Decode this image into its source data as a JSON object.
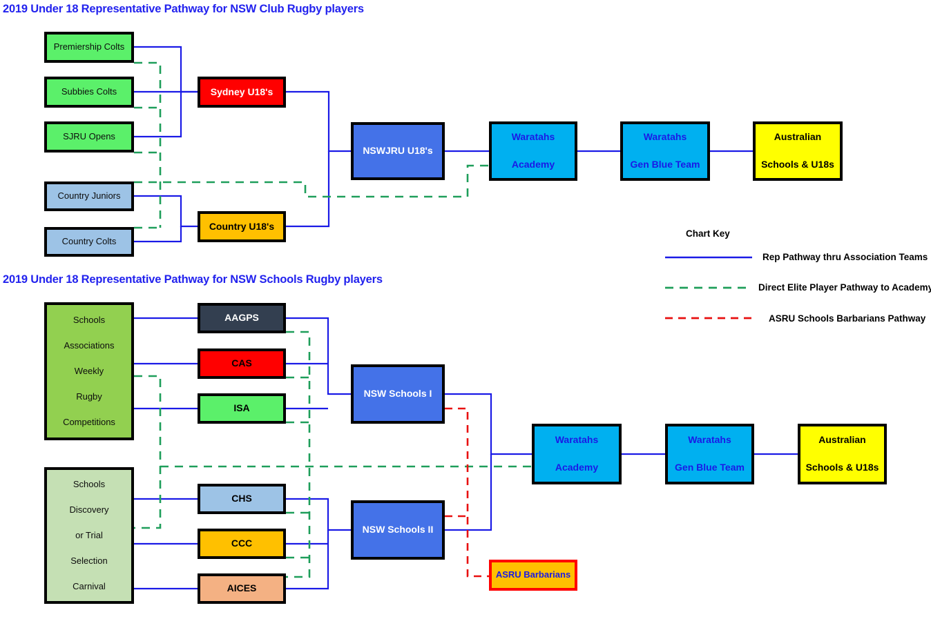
{
  "titles": {
    "club": "2019 Under 18 Representative Pathway for NSW Club Rugby players",
    "schools": "2019 Under 18 Representative Pathway for NSW Schools Rugby players"
  },
  "colors": {
    "title_blue": "#2222EE",
    "rep_pathway_line": "#1A1AE6",
    "elite_pathway_line": "#1E9E5A",
    "barbarians_line": "#E81010",
    "bright_green": "#5BF06A",
    "light_blue": "#9DC3E6",
    "red": "#FF0000",
    "amber": "#FFC000",
    "royal_blue": "#4472E8",
    "cyan": "#00B0F0",
    "yellow": "#FFFF00",
    "dark_slate": "#333F50",
    "olive_green": "#92D050",
    "pale_green": "#C5E0B4",
    "salmon": "#F4B183"
  },
  "club_section": {
    "sources": [
      {
        "label": "Premiership Colts",
        "fill": "#5BF06A",
        "text": "#0d0d0d",
        "bold": false
      },
      {
        "label": "Subbies Colts",
        "fill": "#5BF06A",
        "text": "#0d0d0d",
        "bold": false
      },
      {
        "label": "SJRU Opens",
        "fill": "#5BF06A",
        "text": "#0d0d0d",
        "bold": false
      },
      {
        "label": "Country Juniors",
        "fill": "#9DC3E6",
        "text": "#0d0d0d",
        "bold": false
      },
      {
        "label": "Country Colts",
        "fill": "#9DC3E6",
        "text": "#0d0d0d",
        "bold": false
      }
    ],
    "reps": [
      {
        "label": "Sydney U18's",
        "fill": "#FF0000",
        "text": "#FFFFFF",
        "bold": true
      },
      {
        "label": "Country U18's",
        "fill": "#FFC000",
        "text": "#000000",
        "bold": true
      }
    ],
    "state": {
      "label": "NSWJRU U18's",
      "fill": "#4472E8",
      "text": "#FFFFFF",
      "bold": true
    },
    "elite": [
      {
        "line1": "Waratahs",
        "line2": "Academy",
        "fill": "#00B0F0",
        "text": "#1A1AE6"
      },
      {
        "line1": "Waratahs",
        "line2": "Gen Blue Team",
        "fill": "#00B0F0",
        "text": "#1A1AE6"
      },
      {
        "line1": "Australian",
        "line2": "Schools & U18s",
        "fill": "#FFFF00",
        "text": "#000000"
      }
    ]
  },
  "schools_section": {
    "groups": [
      {
        "lines": [
          "Schools",
          "Associations",
          "Weekly",
          "Rugby",
          "Competitions"
        ],
        "fill": "#92D050",
        "text": "#0d0d0d"
      },
      {
        "lines": [
          "Schools",
          "Discovery",
          "or Trial",
          "Selection",
          "Carnival"
        ],
        "fill": "#C5E0B4",
        "text": "#0d0d0d"
      }
    ],
    "associations": [
      {
        "label": "AAGPS",
        "fill": "#333F50",
        "text": "#FFFFFF",
        "bold": true
      },
      {
        "label": "CAS",
        "fill": "#FF0000",
        "text": "#000000",
        "bold": true
      },
      {
        "label": "ISA",
        "fill": "#5BF06A",
        "text": "#000000",
        "bold": true
      },
      {
        "label": "CHS",
        "fill": "#9DC3E6",
        "text": "#000000",
        "bold": true
      },
      {
        "label": "CCC",
        "fill": "#FFC000",
        "text": "#000000",
        "bold": true
      },
      {
        "label": "AICES",
        "fill": "#F4B183",
        "text": "#000000",
        "bold": true
      }
    ],
    "state_teams": [
      {
        "label": "NSW Schools I",
        "fill": "#4472E8",
        "text": "#FFFFFF",
        "bold": true
      },
      {
        "label": "NSW Schools II",
        "fill": "#4472E8",
        "text": "#FFFFFF",
        "bold": true
      }
    ],
    "barbarians": {
      "label": "ASRU Barbarians",
      "fill": "#FFC000",
      "text": "#1A1AE6",
      "border": "#FF0000",
      "bold": true
    },
    "elite": [
      {
        "line1": "Waratahs",
        "line2": "Academy",
        "fill": "#00B0F0",
        "text": "#1A1AE6"
      },
      {
        "line1": "Waratahs",
        "line2": "Gen Blue Team",
        "fill": "#00B0F0",
        "text": "#1A1AE6"
      },
      {
        "line1": "Australian",
        "line2": "Schools & U18s",
        "fill": "#FFFF00",
        "text": "#000000"
      }
    ]
  },
  "chart_key": {
    "title": "Chart Key",
    "entries": [
      {
        "label": "Rep Pathway thru Association Teams",
        "color": "#1A1AE6",
        "style": "solid"
      },
      {
        "label": "Direct Elite Player Pathway to Academy",
        "color": "#1E9E5A",
        "style": "dashed"
      },
      {
        "label": "ASRU Schools Barbarians Pathway",
        "color": "#E81010",
        "style": "dashed"
      }
    ]
  }
}
